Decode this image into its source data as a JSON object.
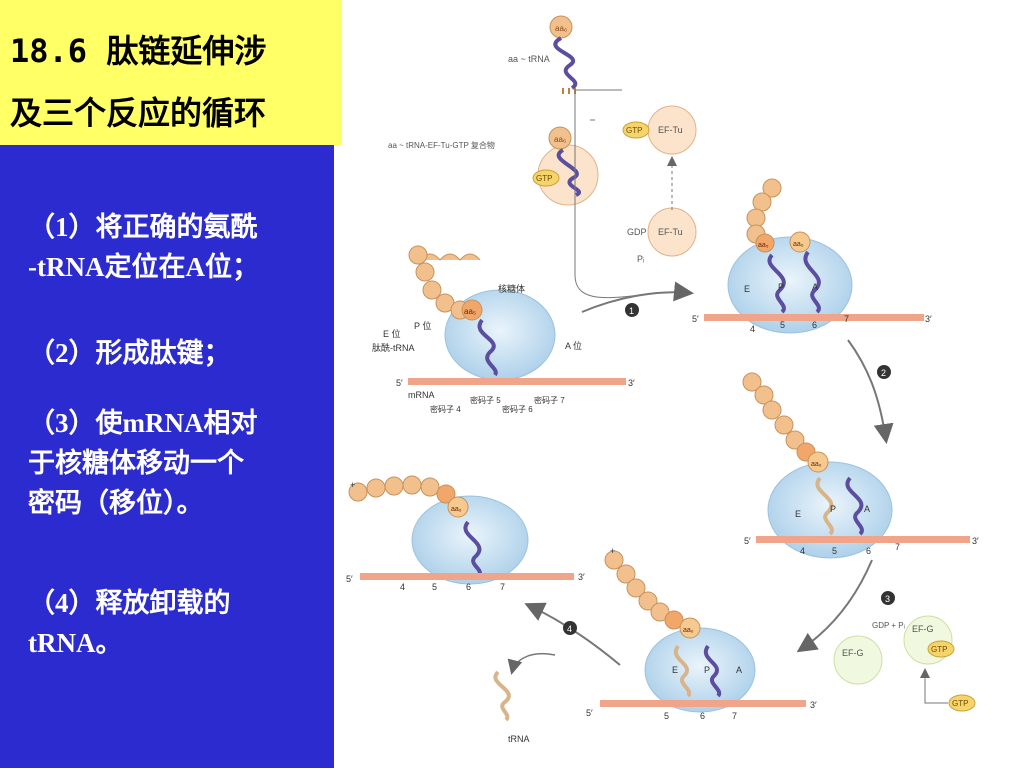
{
  "title": {
    "line1": "18.6 肽链延伸涉",
    "line2": "及三个反应的循环"
  },
  "steps": [
    {
      "line1": "（1）将正确的氨酰",
      "line2": "-tRNA定位在A位；"
    },
    {
      "line1": "（2）形成肽键；"
    },
    {
      "line1": "（3）使mRNA相对",
      "line2": "于核糖体移动一个",
      "line3": "密码（移位）。"
    },
    {
      "line1": "（4）释放卸载的",
      "line2": "tRNA。"
    }
  ],
  "diagram": {
    "aa_trna": "aa ~ tRNA",
    "complex": "aa ~ tRNA-EF-Tu-GTP 复合物",
    "gtp": "GTP",
    "gdp": "GDP",
    "ef_tu": "EF-Tu",
    "ef_g": "EF-G",
    "pi": "Pᵢ",
    "aa6": "aa₆",
    "aa5": "aa₅",
    "ribosome": "核糖体",
    "e_site": "E 位",
    "p_site": "P 位",
    "a_site": "A 位",
    "peptidyl_trna": "肽酰-tRNA",
    "mrna": "mRNA",
    "codon4": "密码子 4",
    "codon5": "密码子 5",
    "codon6": "密码子 6",
    "codon7": "密码子 7",
    "five_prime": "5′",
    "three_prime": "3′",
    "E": "E",
    "P": "P",
    "A": "A",
    "n4": "4",
    "n5": "5",
    "n6": "6",
    "n7": "7",
    "plus": "+",
    "gdp_plus_pi": "GDP + Pᵢ",
    "trna": "tRNA",
    "s1": "1",
    "s2": "2",
    "s3": "3",
    "s4": "4"
  }
}
